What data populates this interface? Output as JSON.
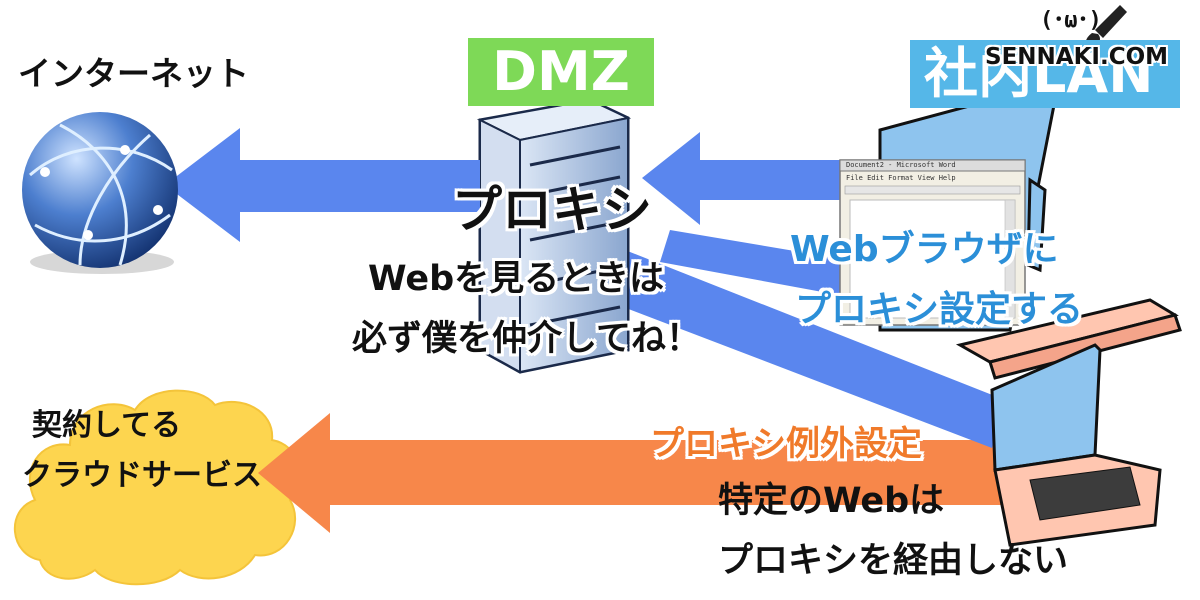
{
  "internet_label": "インターネット",
  "cloud_label_line1": "契約してる",
  "cloud_label_line2": "クラウドサービス",
  "dmz_badge": "DMZ",
  "lan_badge": "社内LAN",
  "site_watermark": "SENNAKI.COM",
  "site_face": "(･ω･)",
  "proxy_label": "プロキシ",
  "proxy_message_line1": "Webを見るときは",
  "proxy_message_line2": "必ず僕を仲介してね！",
  "browser_note_line1": "Webブラウザに",
  "browser_note_line2": "プロキシ設定する",
  "exception_title": "プロキシ例外設定",
  "exception_line1": "特定のWebは",
  "exception_line2": "プロキシを経由しない",
  "document_window_title": "Document2 - Microsoft Word",
  "document_window_menu": "File  Edit  Format  View  Help",
  "icons": [
    "globe-icon",
    "cloud-icon",
    "server-rack-icon",
    "laptop-icon",
    "document-window-icon",
    "brush-icon"
  ],
  "colors": {
    "blue_arrow": "#5a86ee",
    "orange_arrow": "#f7874a",
    "dmz_green": "#7ed957",
    "lan_blue": "#55b7e8",
    "cloud_yellow": "#fdd54f",
    "accent_blue_text": "#2b8fd8",
    "accent_orange_text": "#f07a2a"
  }
}
